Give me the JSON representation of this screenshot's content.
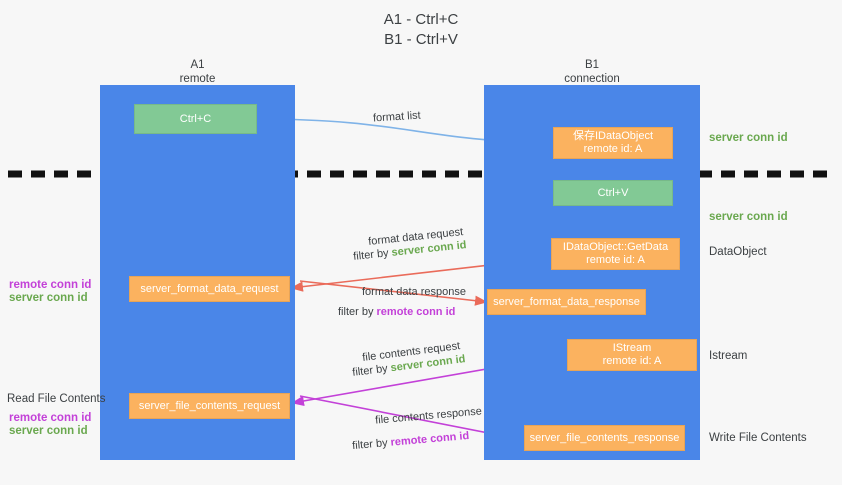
{
  "title": "A1 - Ctrl+C\nB1 - Ctrl+V",
  "lanes": [
    {
      "name": "A1",
      "sub": "remote"
    },
    {
      "name": "B1",
      "sub": "connection"
    }
  ],
  "boxes": {
    "ctrl_c": "Ctrl+C",
    "ctrl_v": "Ctrl+V",
    "idataobject": {
      "line1": "保存IDataObject",
      "line2": "remote id: A"
    },
    "getdata": {
      "line1": "IDataObject::GetData",
      "line2": "remote id: A"
    },
    "istream": {
      "line1": "IStream",
      "line2": "remote id: A"
    },
    "server_format_data_request": "server_format_data_request",
    "server_format_data_response": "server_format_data_response",
    "server_file_contents_request": "server_file_contents_request",
    "server_file_contents_response": "server_file_contents_response"
  },
  "edges": {
    "format_list": "format list",
    "format_data_request": "format data request",
    "format_data_request_filter_prefix": "filter by ",
    "format_data_request_filter_value": "server conn id",
    "format_data_response": "format data response",
    "format_data_response_filter_prefix": "filter by ",
    "format_data_response_filter_value": "remote conn id",
    "file_contents_request": "file contents request",
    "file_contents_request_filter_prefix": "filter by ",
    "file_contents_request_filter_value": "server conn id",
    "file_contents_response": "file contents response",
    "file_contents_response_filter_prefix": "filter by ",
    "file_contents_response_filter_value": "remote conn id"
  },
  "right_labels": {
    "server_conn_id_top": "server conn id",
    "server_conn_id_mid": "server conn id",
    "dataobject": "DataObject",
    "istream": "Istream",
    "write_file_contents": "Write File Contents"
  },
  "left_labels": {
    "remote_conn_id_1": "remote conn id",
    "server_conn_id_1": "server conn id",
    "read_file_contents": "Read File Contents",
    "remote_conn_id_2": "remote conn id",
    "server_conn_id_2": "server conn id"
  },
  "colors": {
    "lane": "#4a86e8",
    "green_box": "#82c995",
    "orange_box": "#fbb25f",
    "green_text": "#6aa84f",
    "purple_text": "#c341d8",
    "arrow_red": "#ea6b5a",
    "arrow_magenta": "#c341d8",
    "arrow_blue": "#7fb3e8",
    "arrow_black": "#000000",
    "background": "#f7f7f7"
  }
}
